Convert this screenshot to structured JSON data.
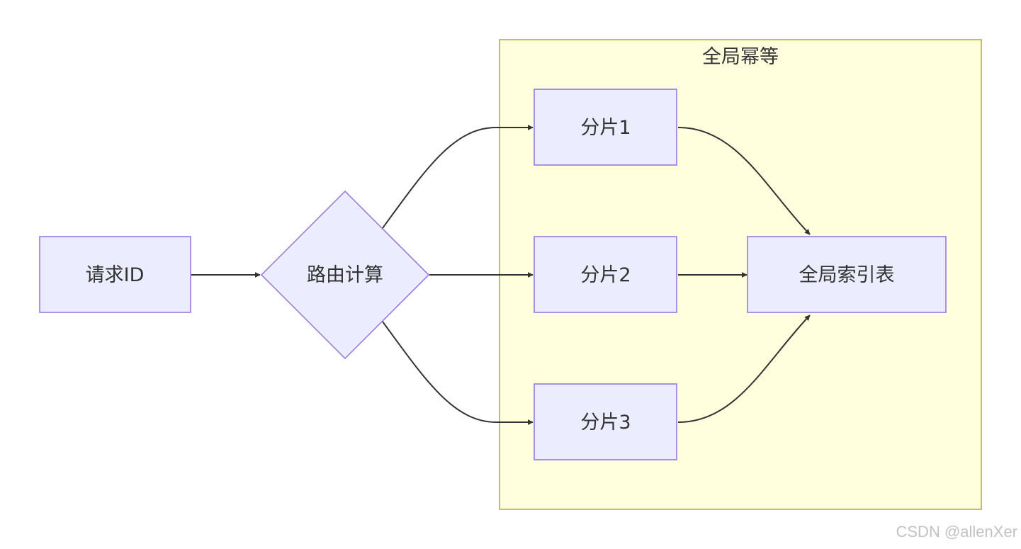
{
  "cluster": {
    "label": "全局幂等",
    "colors": {
      "fill": "#ffffde",
      "stroke": "#aaaa33"
    }
  },
  "nodes": {
    "request_id": "请求ID",
    "route_calc": "路由计算",
    "shard1": "分片1",
    "shard2": "分片2",
    "shard3": "分片3",
    "global_index": "全局索引表"
  },
  "node_colors": {
    "fill": "#ececff",
    "stroke": "#9370db"
  },
  "edges": [
    {
      "from": "request_id",
      "to": "route_calc"
    },
    {
      "from": "route_calc",
      "to": "shard1"
    },
    {
      "from": "route_calc",
      "to": "shard2"
    },
    {
      "from": "route_calc",
      "to": "shard3"
    },
    {
      "from": "shard1",
      "to": "global_index"
    },
    {
      "from": "shard2",
      "to": "global_index"
    },
    {
      "from": "shard3",
      "to": "global_index"
    }
  ],
  "watermark": "CSDN @allenXer"
}
